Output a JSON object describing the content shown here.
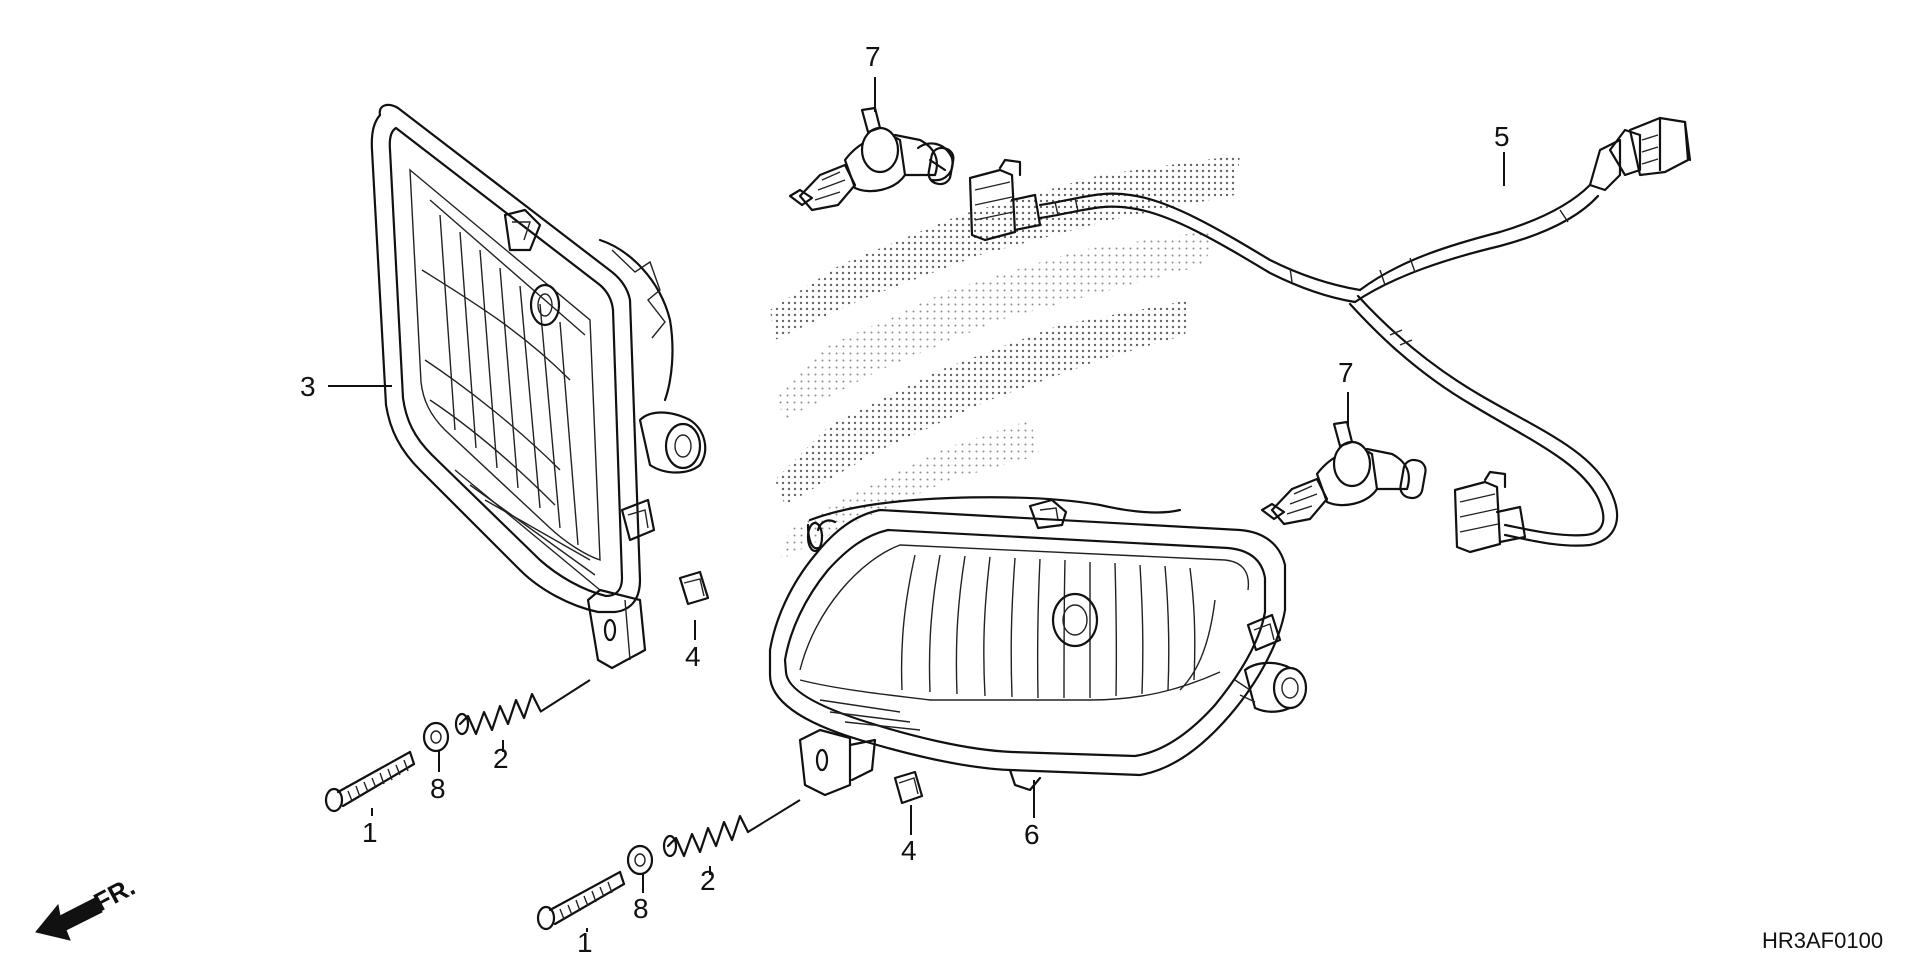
{
  "diagram": {
    "callouts": [
      {
        "id": "c1a",
        "label": "1"
      },
      {
        "id": "c1b",
        "label": "1"
      },
      {
        "id": "c2a",
        "label": "2"
      },
      {
        "id": "c2b",
        "label": "2"
      },
      {
        "id": "c3",
        "label": "3"
      },
      {
        "id": "c4a",
        "label": "4"
      },
      {
        "id": "c4b",
        "label": "4"
      },
      {
        "id": "c5",
        "label": "5"
      },
      {
        "id": "c6",
        "label": "6"
      },
      {
        "id": "c7a",
        "label": "7"
      },
      {
        "id": "c7b",
        "label": "7"
      },
      {
        "id": "c8a",
        "label": "8"
      },
      {
        "id": "c8b",
        "label": "8"
      }
    ],
    "direction_label": "FR.",
    "diagram_code": "HR3AF0100"
  }
}
